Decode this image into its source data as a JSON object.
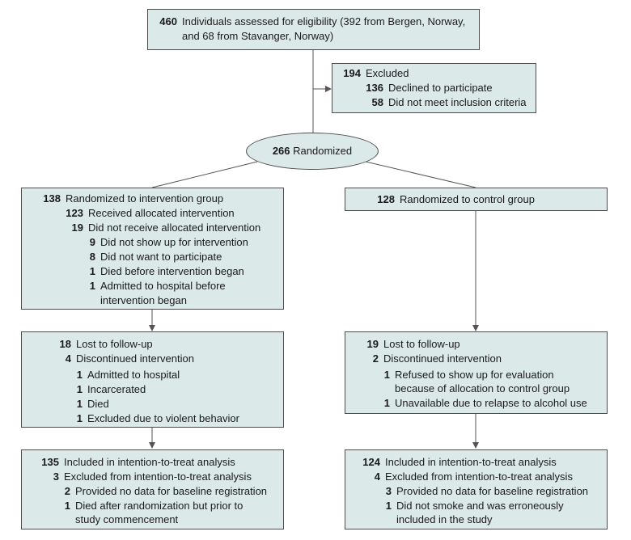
{
  "top": {
    "n": "460",
    "text": [
      "Individuals assessed for eligibility (392 from Bergen, Norway,",
      "and 68 from Stavanger, Norway)"
    ]
  },
  "excluded": {
    "n": "194",
    "text": "Excluded",
    "items": [
      {
        "n": "136",
        "text": "Declined to participate"
      },
      {
        "n": "58",
        "text": "Did not meet inclusion criteria"
      }
    ]
  },
  "randomized": {
    "n": "266",
    "text": "Randomized"
  },
  "intervention": {
    "n": "138",
    "text": "Randomized to intervention group",
    "received": {
      "n": "123",
      "text": "Received allocated intervention"
    },
    "not_received": {
      "n": "19",
      "text": "Did not receive allocated intervention"
    },
    "reasons": [
      {
        "n": "9",
        "text": [
          "Did not show up for intervention"
        ]
      },
      {
        "n": "8",
        "text": [
          "Did not want to participate"
        ]
      },
      {
        "n": "1",
        "text": [
          "Died before intervention began"
        ]
      },
      {
        "n": "1",
        "text": [
          "Admitted to hospital before",
          "intervention began"
        ]
      }
    ]
  },
  "control": {
    "n": "128",
    "text": "Randomized to control group"
  },
  "int_followup": {
    "lost": {
      "n": "18",
      "text": "Lost to follow-up"
    },
    "discontinued": {
      "n": "4",
      "text": "Discontinued intervention"
    },
    "reasons": [
      {
        "n": "1",
        "text": [
          "Admitted to hospital"
        ]
      },
      {
        "n": "1",
        "text": [
          "Incarcerated"
        ]
      },
      {
        "n": "1",
        "text": [
          "Died"
        ]
      },
      {
        "n": "1",
        "text": [
          "Excluded due to violent behavior"
        ]
      }
    ]
  },
  "ctrl_followup": {
    "lost": {
      "n": "19",
      "text": "Lost to follow-up"
    },
    "discontinued": {
      "n": "2",
      "text": "Discontinued intervention"
    },
    "reasons": [
      {
        "n": "1",
        "text": [
          "Refused to show up for evaluation",
          "because of allocation to control group"
        ]
      },
      {
        "n": "1",
        "text": [
          "Unavailable due to relapse to alcohol use"
        ]
      }
    ]
  },
  "int_analysis": {
    "included": {
      "n": "135",
      "text": "Included in intention-to-treat analysis"
    },
    "excluded": {
      "n": "3",
      "text": "Excluded from intention-to-treat analysis"
    },
    "reasons": [
      {
        "n": "2",
        "text": [
          "Provided no data for baseline registration"
        ]
      },
      {
        "n": "1",
        "text": [
          "Died after randomization but prior to",
          "study commencement"
        ]
      }
    ]
  },
  "ctrl_analysis": {
    "included": {
      "n": "124",
      "text": "Included in intention-to-treat analysis"
    },
    "excluded": {
      "n": "4",
      "text": "Excluded from intention-to-treat analysis"
    },
    "reasons": [
      {
        "n": "3",
        "text": [
          "Provided no data for baseline registration"
        ]
      },
      {
        "n": "1",
        "text": [
          "Did not smoke and was erroneously",
          "included in the study"
        ]
      }
    ]
  },
  "colors": {
    "box_fill": "#dbe9e8",
    "border": "#4d4d4d",
    "line": "#555555"
  }
}
